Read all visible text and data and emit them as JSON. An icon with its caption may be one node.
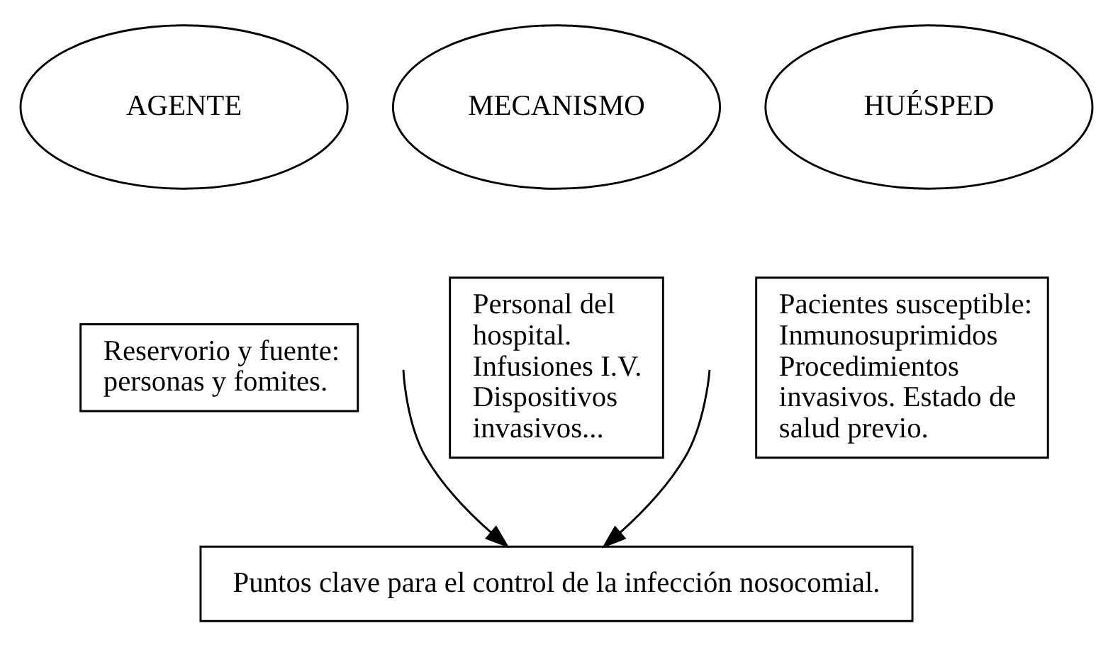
{
  "diagram": {
    "nodes": [
      {
        "text": [
          "AGENTE"
        ]
      },
      {
        "text": [
          "MECANISMO"
        ]
      },
      {
        "text": [
          "HUÉSPED"
        ]
      },
      {
        "text": [
          "Reservorio y fuente: personas y fomites."
        ]
      },
      {
        "text": [
          "Personal del hospital. Infusiones I.V. Dispositivos invasivos..."
        ]
      },
      {
        "text": [
          "Pacientes susceptible: Inmunosuprimidos Procedimientos invasivos. Estado de salud previo."
        ]
      },
      {
        "text": [
          "Puntos clave para el control de la infección nosocomial."
        ]
      }
    ],
    "edges": [
      {
        "from": null,
        "to": 6,
        "arrow": "to"
      },
      {
        "from": null,
        "to": 6,
        "arrow": "to"
      }
    ]
  }
}
